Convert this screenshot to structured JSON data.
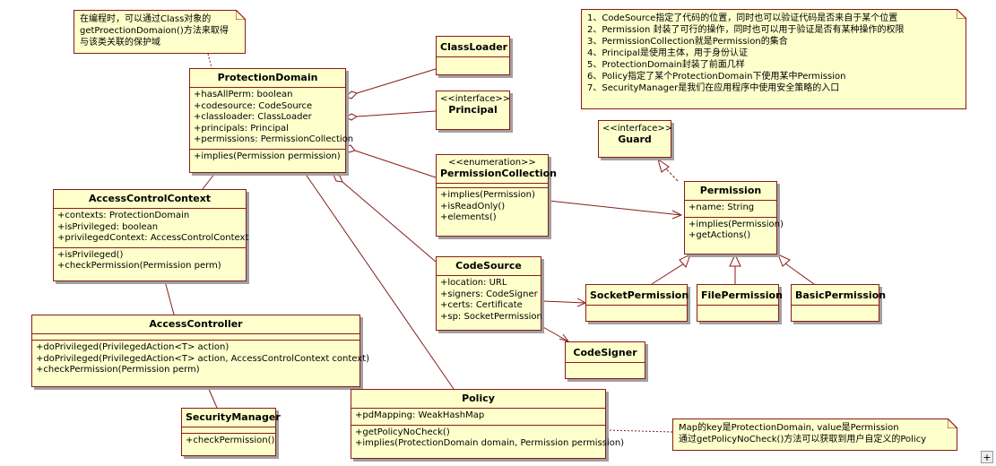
{
  "classes": {
    "protection_domain": {
      "name": "ProtectionDomain",
      "attributes": [
        "+hasAllPerm: boolean",
        "+codesource: CodeSource",
        "+classloader: ClassLoader",
        "+principals: Principal",
        "+permissions: PermissionCollection"
      ],
      "operations": [
        "+implies(Permission permission)"
      ]
    },
    "class_loader": {
      "name": "ClassLoader"
    },
    "principal": {
      "stereotype": "<<interface>>",
      "name": "Principal"
    },
    "permission_collection": {
      "stereotype": "<<enumeration>>",
      "name": "PermissionCollection",
      "operations": [
        "+implies(Permission)",
        "+isReadOnly()",
        "+elements()"
      ]
    },
    "guard": {
      "stereotype": "<<interface>>",
      "name": "Guard"
    },
    "permission": {
      "name": "Permission",
      "attributes": [
        "+name: String"
      ],
      "operations": [
        "+implies(Permission)",
        "+getActions()"
      ]
    },
    "code_source": {
      "name": "CodeSource",
      "attributes": [
        "+location: URL",
        "+signers: CodeSigner",
        "+certs: Certificate",
        "+sp: SocketPermission"
      ]
    },
    "socket_permission": {
      "name": "SocketPermission"
    },
    "file_permission": {
      "name": "FilePermission"
    },
    "basic_permission": {
      "name": "BasicPermission"
    },
    "code_signer": {
      "name": "CodeSigner"
    },
    "access_control_context": {
      "name": "AccessControlContext",
      "attributes": [
        "+contexts: ProtectionDomain",
        "+isPrivileged: boolean",
        "+privilegedContext: AccessControlContext"
      ],
      "operations": [
        "+isPrivileged()",
        "+checkPermission(Permission perm)"
      ]
    },
    "access_controller": {
      "name": "AccessController",
      "operations": [
        "+doPrivileged(PrivilegedAction<T> action)",
        "+doPrivileged(PrivilegedAction<T> action, AccessControlContext context)",
        "+checkPermission(Permission perm)"
      ]
    },
    "security_manager": {
      "name": "SecurityManager",
      "operations": [
        "+checkPermission()"
      ]
    },
    "policy": {
      "name": "Policy",
      "attributes": [
        "+pdMapping: WeakHashMap"
      ],
      "operations": [
        "+getPolicyNoCheck()",
        "+implies(ProtectionDomain domain, Permission permission)"
      ]
    }
  },
  "notes": {
    "classobject": [
      "在编程时，可以通过Class对象的",
      "getProectionDomaion()方法来取得",
      "与该类关联的保护域"
    ],
    "summary": [
      "1、CodeSource指定了代码的位置，同时也可以验证代码是否来自于某个位置",
      "2、Permission 封装了可行的操作，同时也可以用于验证是否有某种操作的权限",
      "3、PermissionCollection就是Permission的集合",
      "4、Principal是使用主体，用于身份认证",
      "5、ProtectionDomain封装了前面几样",
      "6、Policy指定了某个ProtectionDomain下使用某中Permission",
      "7、SecurityManager是我们在应用程序中使用安全策略的入口"
    ],
    "policy_map": [
      "Map的key是ProtectionDomain, value是Permission",
      "通过getPolicyNoCheck()方法可以获取到用户自定义的Policy"
    ]
  },
  "corner_button": "+",
  "colors": {
    "fill": "#ffffcc",
    "border": "#8b1a1a",
    "shadow": "#a0a0a0"
  }
}
